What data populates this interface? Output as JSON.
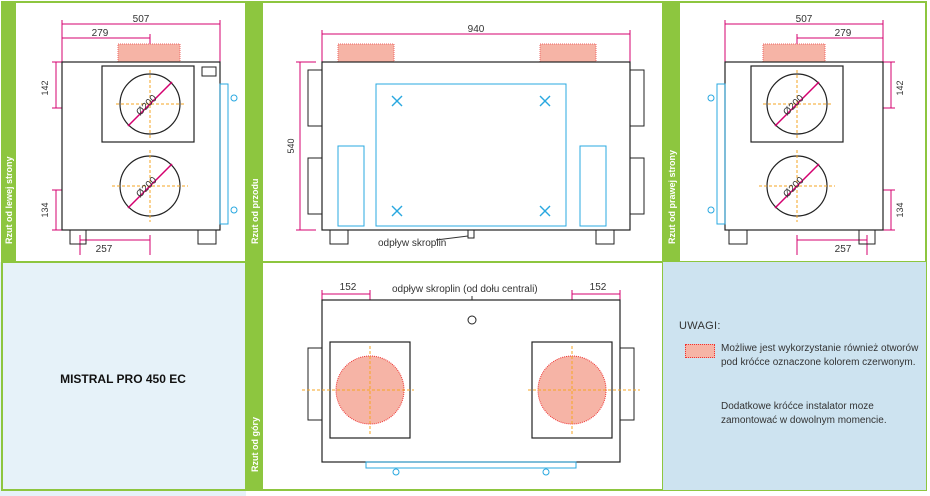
{
  "views": {
    "left_label": "Rzut od lewej strony",
    "front_label": "Rzut od przodu",
    "right_label": "Rzut od prawej strony",
    "top_label": "Rzut od góry"
  },
  "left_view": {
    "width": "507",
    "offset": "279",
    "height_top": "142",
    "height_bottom": "134",
    "bottom_offset": "257",
    "duct_top": "Ø200",
    "duct_bottom": "Ø200"
  },
  "front_view": {
    "width": "940",
    "height": "540",
    "drain_label": "odpływ skroplin"
  },
  "right_view": {
    "width": "507",
    "offset": "279",
    "height_top": "142",
    "height_bottom": "134",
    "bottom_offset": "257",
    "duct_top": "Ø200",
    "duct_bottom": "Ø200"
  },
  "top_view": {
    "left_offset": "152",
    "right_offset": "152",
    "drain_label": "odpływ skroplin (od dołu centrali)"
  },
  "product": {
    "name": "MISTRAL PRO 450 EC"
  },
  "notes": {
    "title": "UWAGI:",
    "text1": "Możliwe jest wykorzystanie również otworów pod króćce oznaczone kolorem czerwonym.",
    "text2": "Dodatkowe króćce instalator moze zamontować w dowolnym momencie."
  },
  "colors": {
    "frame_green": "#8dc63f",
    "dimension_magenta": "#d4006f",
    "duct_blue": "#29a8e0",
    "legend_red": "#f6b4a6",
    "notes_blue": "#cde3f0",
    "product_blue": "#e6f2f9"
  }
}
